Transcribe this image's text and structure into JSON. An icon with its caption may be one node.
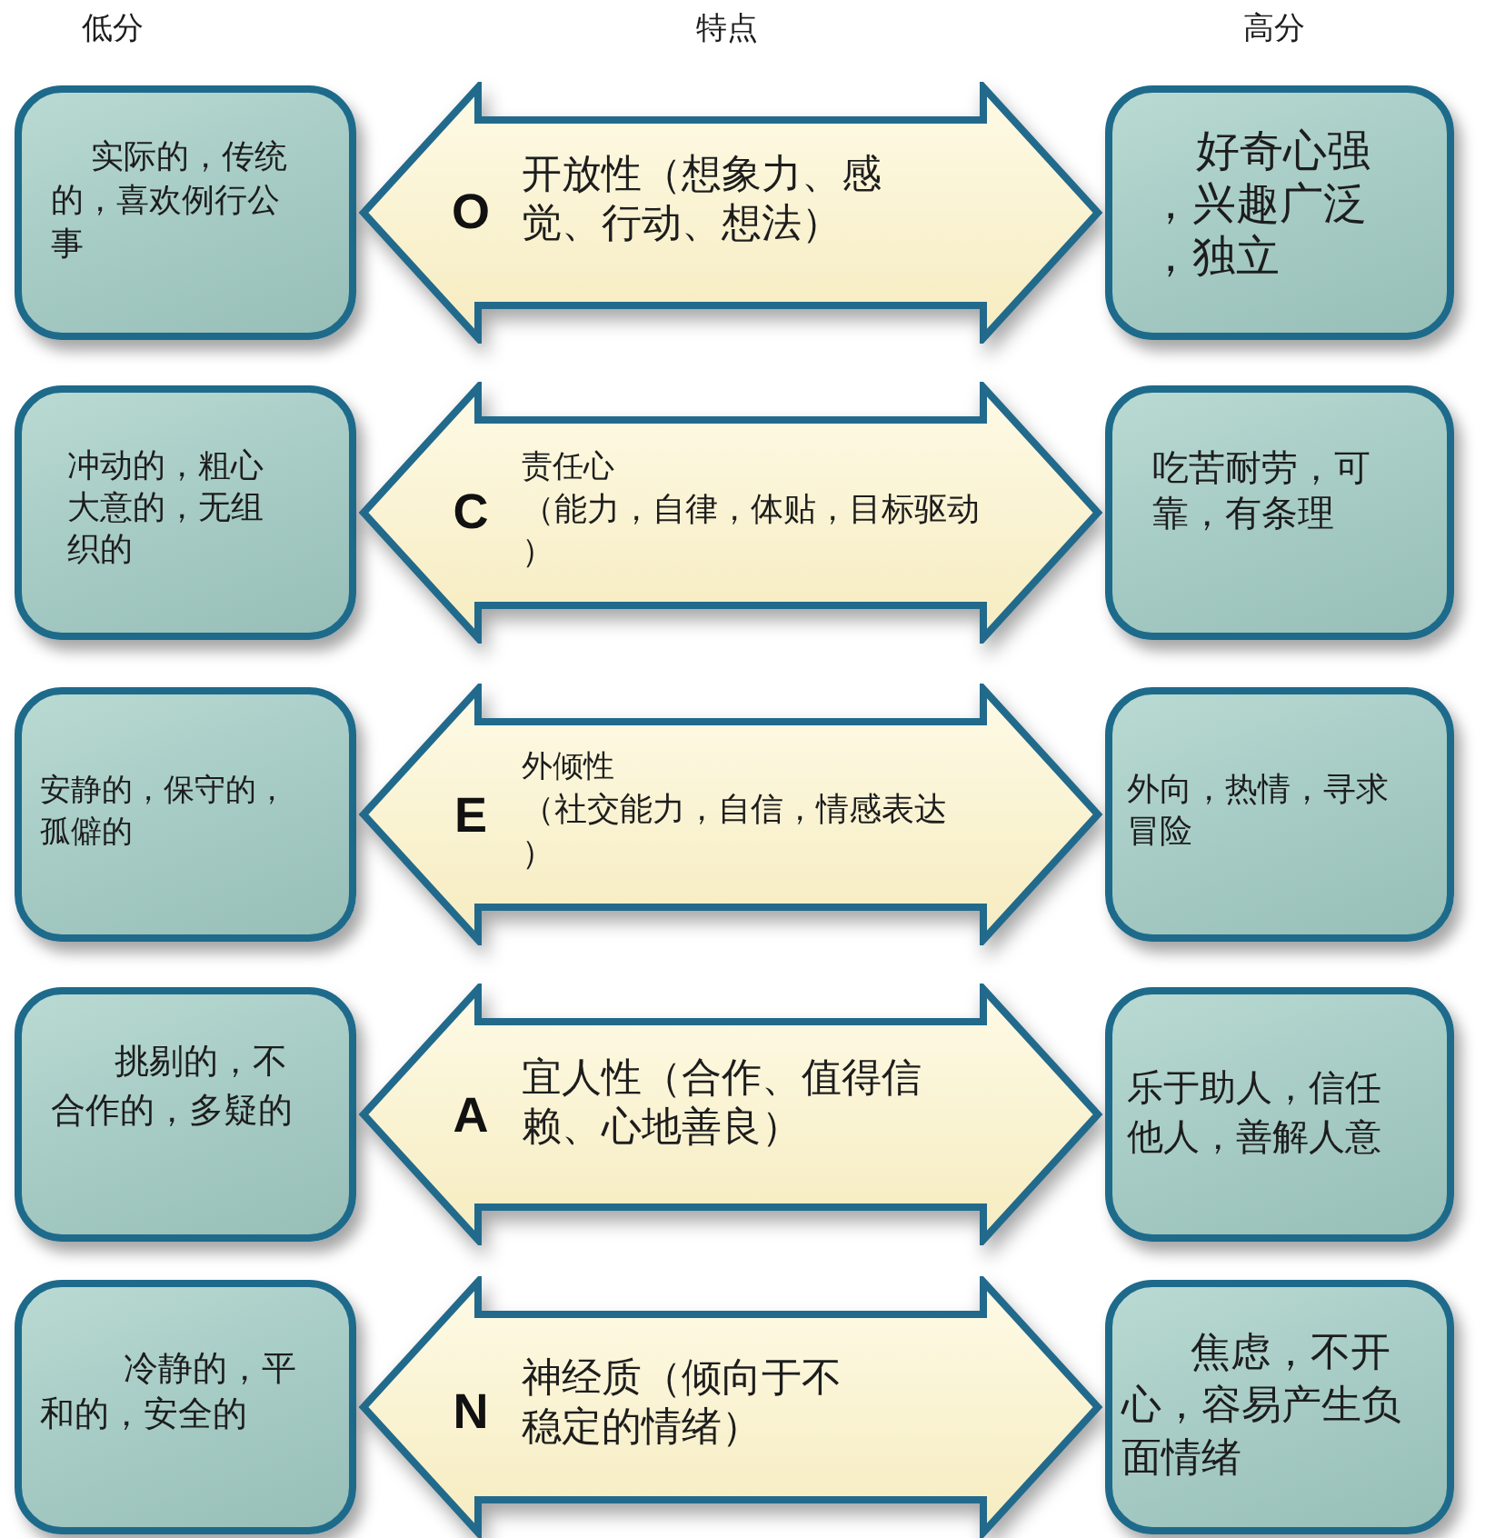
{
  "diagram": {
    "nodes": [
      {
        "text": [
          "实际的，传统的，喜欢例行公事"
        ]
      },
      {
        "text": [
          "O",
          "开放性（想象力、感觉、行动、想法）"
        ]
      },
      {
        "text": [
          "好奇心强，兴趣广泛，独立"
        ]
      },
      {
        "text": [
          "冲动的，粗心大意的，无组织的"
        ]
      },
      {
        "text": [
          "C",
          "责任心",
          "（能力，自律，体贴，目标驱动）"
        ]
      },
      {
        "text": [
          "吃苦耐劳，可靠，有条理"
        ]
      },
      {
        "text": [
          "安静的，保守的，孤僻的"
        ]
      },
      {
        "text": [
          "E",
          "外倾性",
          "（社交能力，自信，情感表达）"
        ]
      },
      {
        "text": [
          "外向，热情，寻求冒险"
        ]
      },
      {
        "text": [
          "挑剔的，不合作的，多疑的"
        ]
      },
      {
        "text": [
          "A",
          "宜人性（合作、值得信赖、心地善良）"
        ]
      },
      {
        "text": [
          "乐于助人，信任他人，善解人意"
        ]
      },
      {
        "text": [
          "冷静的，平和的，安全的"
        ]
      },
      {
        "text": [
          "N",
          "神经质（倾向于不稳定的情绪）"
        ]
      },
      {
        "text": [
          "焦虑，不开心，容易产生负面情绪"
        ]
      }
    ],
    "edges": [
      {
        "from": 0,
        "to": 2,
        "arrow": "both"
      },
      {
        "from": 3,
        "to": 5,
        "arrow": "both"
      },
      {
        "from": 6,
        "to": 8,
        "arrow": "both"
      },
      {
        "from": 9,
        "to": 11,
        "arrow": "both"
      },
      {
        "from": 12,
        "to": 14,
        "arrow": "both"
      }
    ],
    "labels": [
      "低分",
      "特点",
      "高分"
    ]
  }
}
